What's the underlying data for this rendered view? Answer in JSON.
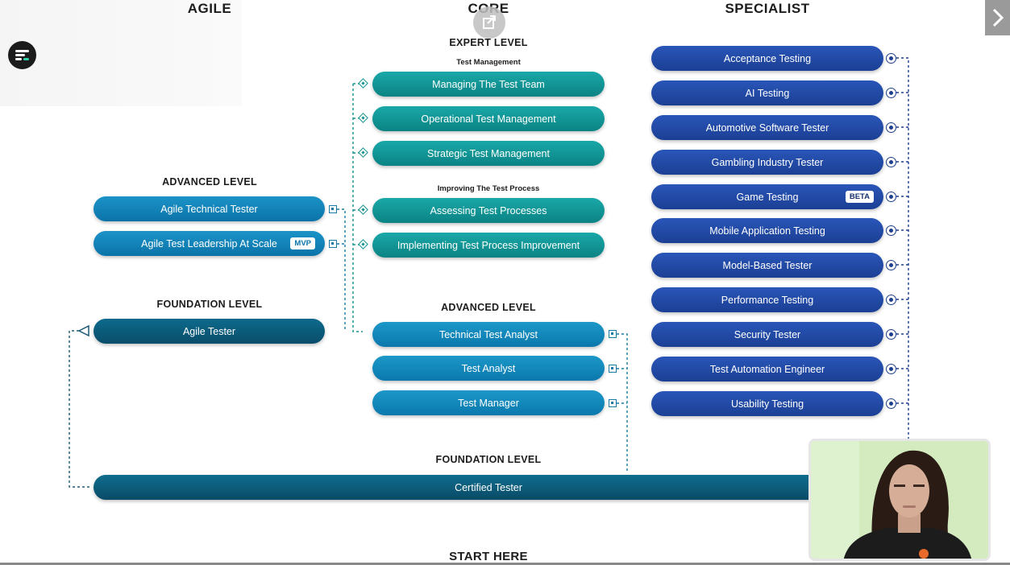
{
  "columns": {
    "agile": "AGILE",
    "core": "CORE",
    "specialist": "SPECIALIST"
  },
  "agile": {
    "advanced_level": "ADVANCED LEVEL",
    "advanced_items": [
      {
        "label": "Agile Technical Tester",
        "tag": ""
      },
      {
        "label": "Agile Test Leadership At Scale",
        "tag": "MVP"
      }
    ],
    "foundation_level": "FOUNDATION LEVEL",
    "foundation_item": "Agile Tester"
  },
  "core": {
    "expert_level": "EXPERT LEVEL",
    "test_management_heading": "Test Management",
    "test_management_items": [
      "Managing The Test Team",
      "Operational Test Management",
      "Strategic Test Management"
    ],
    "improving_heading": "Improving The Test Process",
    "improving_items": [
      "Assessing Test Processes",
      "Implementing Test Process Improvement"
    ],
    "advanced_level": "ADVANCED LEVEL",
    "advanced_items": [
      "Technical Test Analyst",
      "Test Analyst",
      "Test Manager"
    ],
    "foundation_level": "FOUNDATION LEVEL",
    "foundation_item": "Certified Tester",
    "start_here": "START HERE"
  },
  "specialist": {
    "items": [
      {
        "label": "Acceptance Testing",
        "tag": ""
      },
      {
        "label": "AI Testing",
        "tag": ""
      },
      {
        "label": "Automotive Software Tester",
        "tag": ""
      },
      {
        "label": "Gambling Industry Tester",
        "tag": ""
      },
      {
        "label": "Game Testing",
        "tag": "BETA"
      },
      {
        "label": "Mobile Application Testing",
        "tag": ""
      },
      {
        "label": "Model-Based Tester",
        "tag": ""
      },
      {
        "label": "Performance Testing",
        "tag": ""
      },
      {
        "label": "Security Tester",
        "tag": ""
      },
      {
        "label": "Test Automation Engineer",
        "tag": ""
      },
      {
        "label": "Usability Testing",
        "tag": ""
      }
    ]
  },
  "colors": {
    "agile": "#0a73a8",
    "core_expert": "#0b8384",
    "specialist": "#1b3f94",
    "foundation": "#094b66"
  },
  "icons": {
    "menu": "menu-icon",
    "next": "chevron-right-icon",
    "popout": "popout-icon"
  }
}
